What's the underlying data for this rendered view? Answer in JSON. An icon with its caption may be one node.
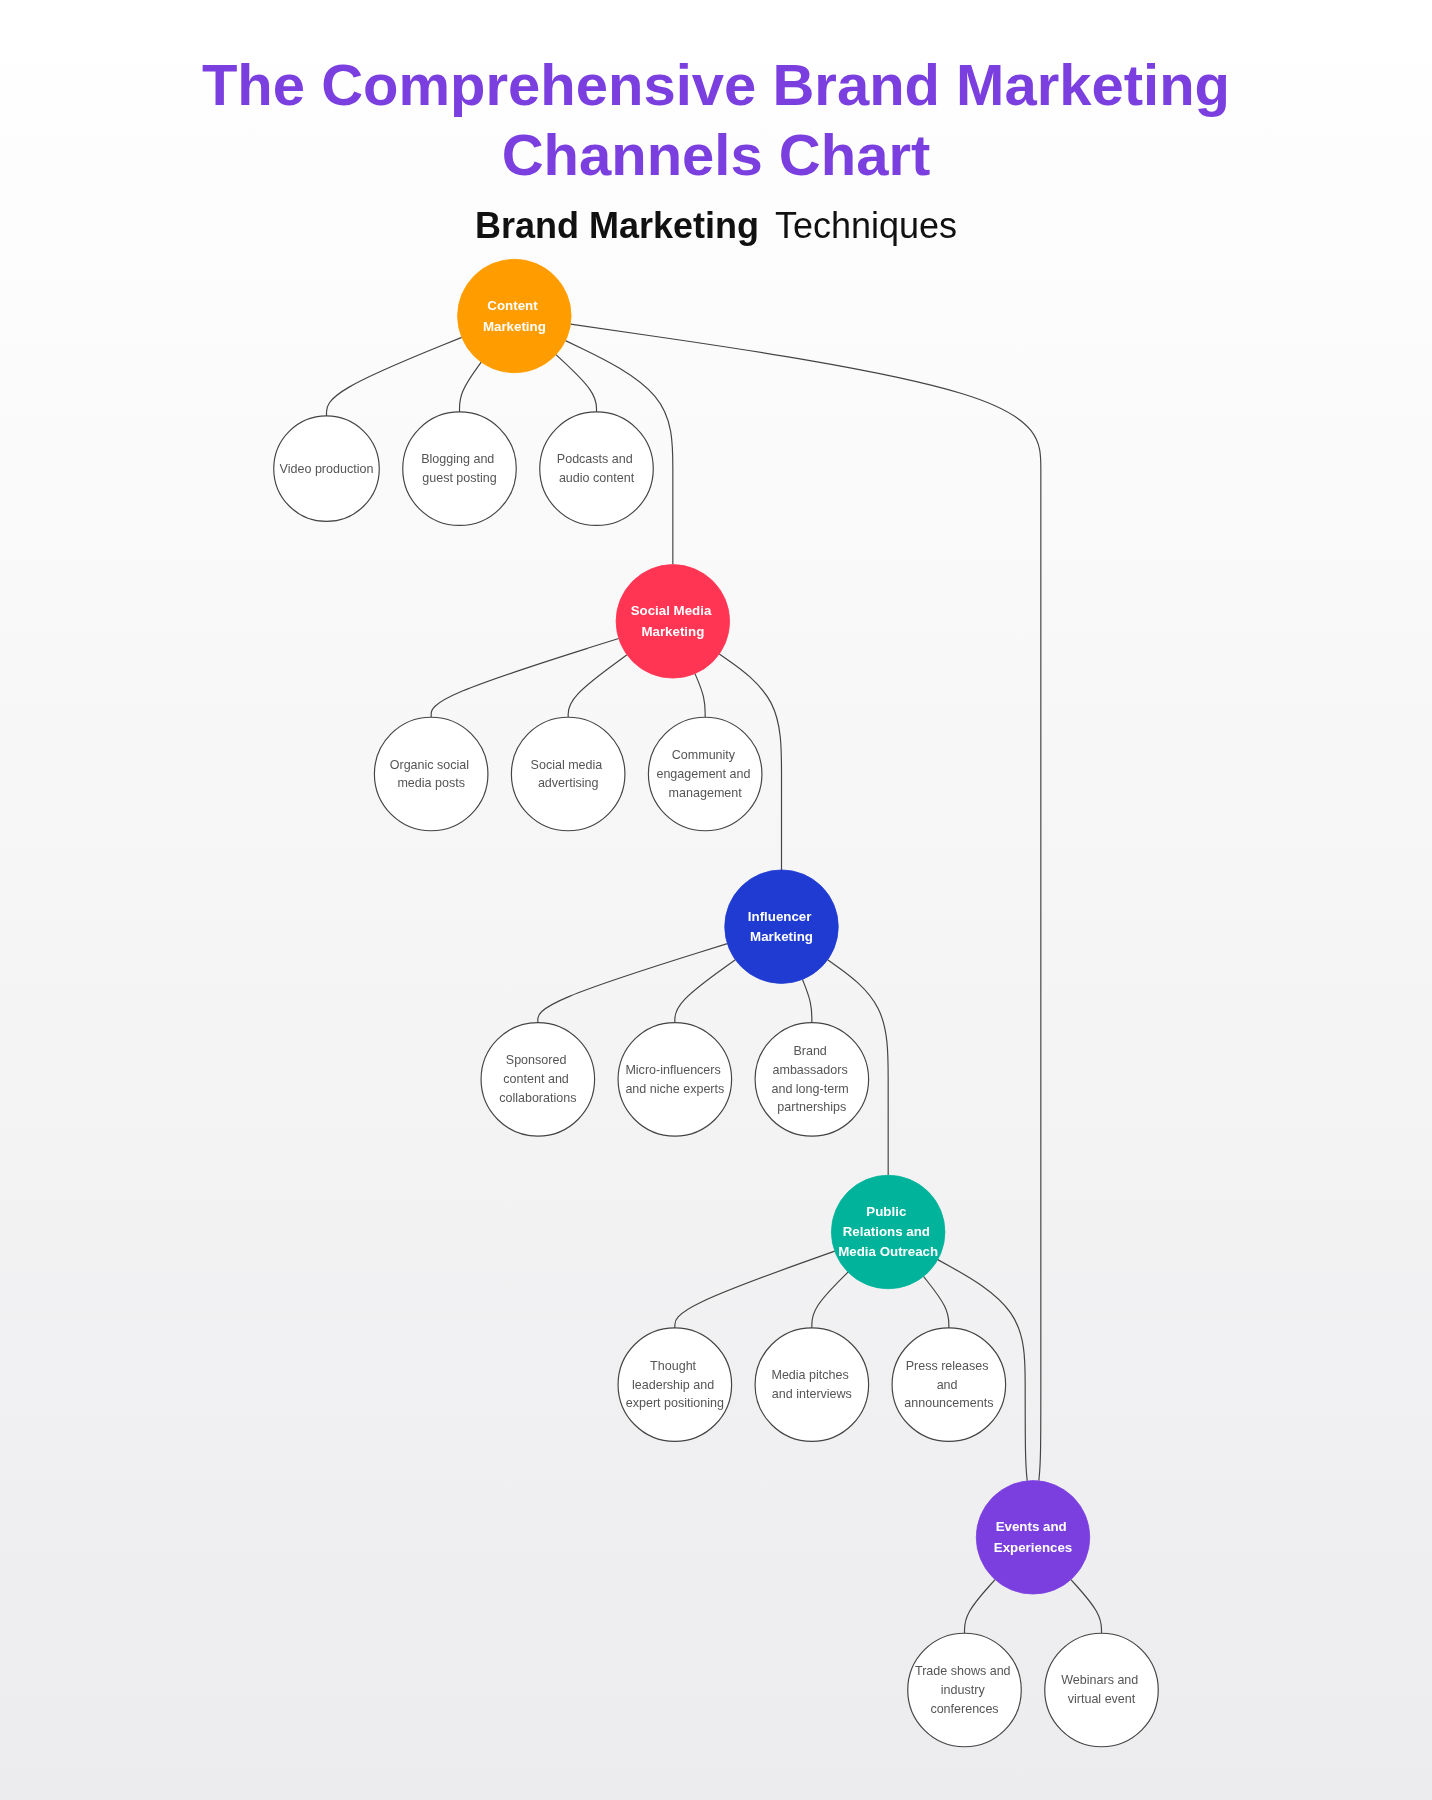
{
  "diagram": {
    "title": "The Comprehensive Brand Marketing Channels Chart",
    "nodes": [
      {
        "text": [
          "Content Marketing"
        ]
      },
      {
        "text": [
          "Video production"
        ]
      },
      {
        "text": [
          "Blogging and guest posting"
        ]
      },
      {
        "text": [
          "Podcasts and audio content"
        ]
      },
      {
        "text": [
          "Social Media Marketing"
        ]
      },
      {
        "text": [
          "Organic social media posts"
        ]
      },
      {
        "text": [
          "Social media advertising"
        ]
      },
      {
        "text": [
          "Community engagement and management"
        ]
      },
      {
        "text": [
          "Influencer Marketing"
        ]
      },
      {
        "text": [
          "Sponsored content and collaborations"
        ]
      },
      {
        "text": [
          "Micro-influencers and niche experts"
        ]
      },
      {
        "text": [
          "Brand ambassadors and long-term partnerships"
        ]
      },
      {
        "text": [
          "Public Relations and Media Outreach"
        ]
      },
      {
        "text": [
          "Thought leadership and expert positioning"
        ]
      },
      {
        "text": [
          "Media pitches and interviews"
        ]
      },
      {
        "text": [
          "Press releases and announcements"
        ]
      },
      {
        "text": [
          "Events and Experiences"
        ]
      },
      {
        "text": [
          "Trade shows and industry conferences"
        ]
      },
      {
        "text": [
          "Webinars and virtual event"
        ]
      }
    ],
    "edges": [
      {
        "from": 0,
        "to": 1,
        "arrow": "none"
      },
      {
        "from": 0,
        "to": 2,
        "arrow": "none"
      },
      {
        "from": 0,
        "to": 3,
        "arrow": "none"
      },
      {
        "from": 0,
        "to": 4,
        "arrow": "none"
      },
      {
        "from": 4,
        "to": 5,
        "arrow": "none"
      },
      {
        "from": 4,
        "to": 6,
        "arrow": "none"
      },
      {
        "from": 4,
        "to": 7,
        "arrow": "none"
      },
      {
        "from": 4,
        "to": 8,
        "arrow": "none"
      },
      {
        "from": 8,
        "to": 9,
        "arrow": "none"
      },
      {
        "from": 8,
        "to": 10,
        "arrow": "none"
      },
      {
        "from": 8,
        "to": 11,
        "arrow": "none"
      },
      {
        "from": 8,
        "to": 12,
        "arrow": "none"
      },
      {
        "from": 12,
        "to": 13,
        "arrow": "none"
      },
      {
        "from": 12,
        "to": 14,
        "arrow": "none"
      },
      {
        "from": 12,
        "to": 15,
        "arrow": "none"
      },
      {
        "from": 12,
        "to": 16,
        "arrow": "none"
      },
      {
        "from": 16,
        "to": 17,
        "arrow": "none"
      },
      {
        "from": 16,
        "to": 18,
        "arrow": "none"
      },
      {
        "from": 16,
        "to": 0,
        "arrow": "none"
      }
    ],
    "labels": [
      "Brand Marketing",
      "Techniques"
    ]
  }
}
